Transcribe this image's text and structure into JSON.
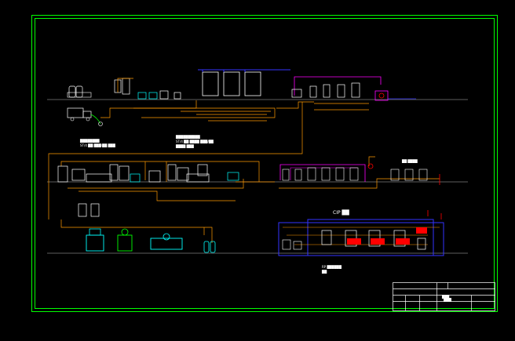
{
  "drawing": {
    "labels": {
      "annotation_1_line1": "████████",
      "annotation_1_line2": "ST/4 ██ ███/██ ███",
      "annotation_2_line1": "██████████",
      "annotation_2_line2": "ST/4 ██ ████ ███/██",
      "annotation_2_line3": "████ ███",
      "section_label_right": "██ ████",
      "cip_label": "CIP ██",
      "cip_note_line1": "RP ██████",
      "cip_note_line2": "██"
    },
    "title_block": {
      "stamp": "███"
    },
    "colors": {
      "background": "#000000",
      "border": "#00ff00",
      "pipe_main": "#ff9900",
      "equipment": "#ffffff",
      "product_line": "#ff00ff",
      "water_line": "#3333ff",
      "cip_frame": "#3333ff",
      "tank_fill": "#ff0000",
      "cooler": "#00ffff",
      "pump": "#00ff00"
    }
  }
}
